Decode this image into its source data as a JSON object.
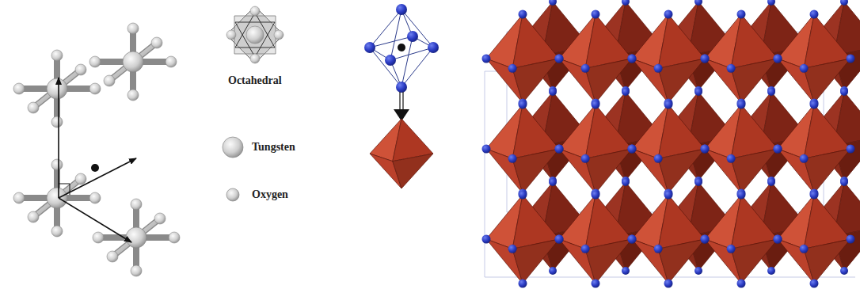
{
  "diagram": {
    "labels": [
      "Octahedral"
    ],
    "legend": [
      {
        "text": "Tungsten"
      },
      {
        "text": "Oxygen"
      }
    ]
  }
}
